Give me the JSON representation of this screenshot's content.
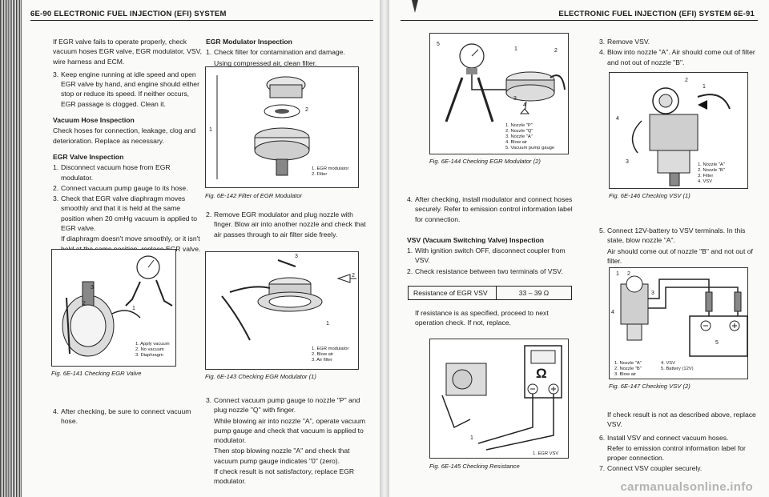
{
  "header": {
    "left": "6E-90 ELECTRONIC FUEL INJECTION (EFI) SYSTEM",
    "right": "ELECTRONIC FUEL INJECTION (EFI) SYSTEM 6E-91"
  },
  "col1": {
    "intro": "If EGR valve fails to operate properly, check vacuum hoses EGR valve, EGR modulator, VSV, wire harness and ECM.",
    "step3": "Keep engine running at idle speed and open EGR valve by hand, and engine should either stop or reduce its speed. If neither occurs, EGR passage is clogged. Clean it.",
    "vacuum_hose_heading": "Vacuum Hose Inspection",
    "vacuum_hose_text": "Check hoses for connection, leakage, clog and deterioration. Replace as necessary.",
    "egr_valve_heading": "EGR Valve Inspection",
    "egr_step1": "Disconnect vacuum hose from EGR modulator.",
    "egr_step2": "Connect vacuum pump gauge to its hose.",
    "egr_step3": "Check that EGR valve diaphragm moves smoothly and that it is held at the same position when 20 cmHg vacuum is applied to EGR valve.",
    "egr_step3b": "If diaphragm doesn't move smoothly, or it isn't held at the same position, replace EGR valve.",
    "fig141": {
      "caption": "Fig. 6E-141  Checking EGR Valve",
      "legend": [
        "1.  Apply vacuum",
        "2.  No vacuum",
        "3.  Diaphragm"
      ]
    },
    "step4": "After checking, be sure to connect vacuum hose."
  },
  "col2": {
    "modulator_heading": "EGR Modulator Inspection",
    "mod_step1": "Check filter for contamination and damage.",
    "mod_step1b": "Using compressed air, clean filter.",
    "fig142": {
      "caption": "Fig. 6E-142  Filter of EGR Modulator",
      "legend": [
        "1.  EGR modulator",
        "2.  Filter"
      ]
    },
    "mod_step2": "Remove EGR modulator and plug nozzle with finger. Blow air into another nozzle and check that air passes through to air filter side freely.",
    "fig143": {
      "caption": "Fig. 6E-143  Checking EGR Modulator (1)",
      "legend": [
        "1.  EGR modulator",
        "2.  Blow air",
        "3.  Air filter"
      ]
    },
    "mod_step3": "Connect vacuum pump gauge to nozzle \"P\" and plug nozzle \"Q\" with finger.",
    "mod_step3b": "While blowing air into nozzle \"A\", operate vacuum pump gauge and check that vacuum is applied to modulator.",
    "mod_step3c": "Then stop blowing nozzle \"A\" and check that vacuum pump gauge indicates \"0\" (zero).",
    "mod_step3d": "If check result is not satisfactory, replace EGR modulator."
  },
  "col3": {
    "fig144": {
      "caption": "Fig. 6E-144  Checking EGR Modulator (2)",
      "legend": [
        "1.  Nozzle \"P\"",
        "2.  Nozzle \"Q\"",
        "3.  Nozzle \"A\"",
        "4.  Blow air",
        "5.  Vacuum pump gauge"
      ]
    },
    "step4": "After checking, install modulator and connect hoses securely. Refer to emission control information label for connection.",
    "vsv_heading": "VSV (Vacuum Switching Valve) Inspection",
    "vsv_step1": "With ignition switch OFF, disconnect coupler from VSV.",
    "vsv_step2": "Check resistance between two terminals of VSV.",
    "spec_label": "Resistance of EGR VSV",
    "spec_value": "33 – 39 Ω",
    "vsv_after": "If resistance is as specified, proceed to next operation check. If not, replace.",
    "fig145": {
      "caption": "Fig. 6E-145  Checking Resistance",
      "legend": [
        "1.  EGR VSV"
      ],
      "meter_symbol": "Ω"
    }
  },
  "col4": {
    "step3": "Remove VSV.",
    "step4": "Blow into nozzle \"A\". Air should come out of filter and not out of nozzle \"B\".",
    "fig146": {
      "caption": "Fig. 6E-146  Checking VSV (1)",
      "legend": [
        "1.  Nozzle \"A\"",
        "2.  Nozzle \"B\"",
        "3.  Filter",
        "4.  VSV"
      ]
    },
    "step5": "Connect 12V-battery to VSV terminals. In this state, blow nozzle \"A\".",
    "step5b": "Air should come out of nozzle \"B\" and not out of filter.",
    "fig147": {
      "caption": "Fig. 6E-147  Checking VSV (2)",
      "legend_a": [
        "1.  Nozzle \"A\"",
        "2.  Nozzle \"B\"",
        "3.  Blow air"
      ],
      "legend_b": [
        "4.  VSV",
        "5.  Battery (12V)"
      ]
    },
    "step5c": "If check result is not as described above, replace VSV.",
    "step6": "Install VSV and connect vacuum hoses.",
    "step6b": "Refer to emission control information label for proper connection.",
    "step7": "Connect VSV coupler securely."
  },
  "watermark": "carmanualsonline.info"
}
